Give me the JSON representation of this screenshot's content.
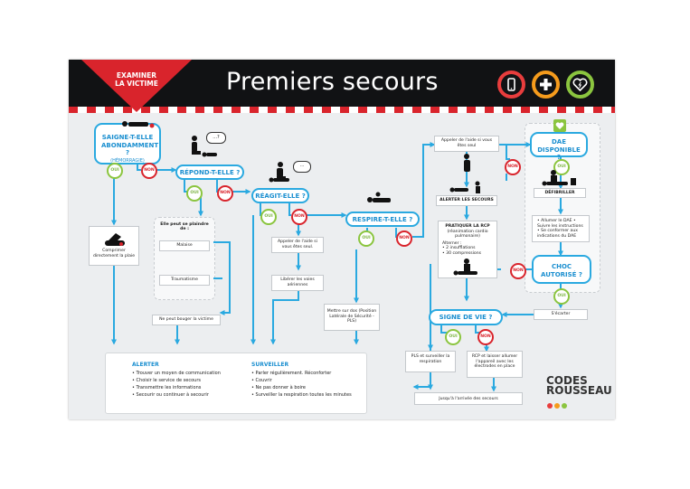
{
  "header": {
    "title": "Premiers secours",
    "badge_line1": "EXAMINER",
    "badge_line2": "LA VICTIME",
    "icons": [
      {
        "name": "phone-icon",
        "color": "#e83d3d"
      },
      {
        "name": "plus-icon",
        "color": "#f59b1c"
      },
      {
        "name": "heart-defib-icon",
        "color": "#8bc53f"
      }
    ]
  },
  "questions": {
    "q1": "SAIGNE-T-ELLE ABONDAMMENT ?",
    "q1_sub": "(HÉMORRAGIE)",
    "q2": "RÉPOND-T-ELLE ?",
    "q3": "RÉAGIT-ELLE ?",
    "q4": "RESPIRE-T-ELLE ?",
    "q5": "SIGNE DE VIE ?",
    "dae": "DAE DISPONIBLE ?",
    "choc": "CHOC AUTORISÉ ?"
  },
  "answers": {
    "oui": "OUI",
    "non": "NON"
  },
  "speech": "...?",
  "speech2": "...",
  "actions": {
    "compress": "Comprimer directement la plaie",
    "complain": "Elle peut se plaindre de :",
    "faint": "Malaise",
    "trauma": "Traumatisme",
    "cant_move": "Ne peut bouger la victime",
    "call_alone": "Appeler de l'aide si vous êtes seul.",
    "airways": "Libérer les voies aériennes",
    "pls": "Mettre sur dos (Position Latérale de Sécurité - PLS)",
    "call_help2": "Appeler de l'aide si vous êtes seul",
    "alert": "ALERTER LES SECOURS",
    "rcp_title": "PRATIQUER LA RCP",
    "rcp_sub": "(réanimation cardio pulmonaire)",
    "rcp_alt": "Alterner :",
    "rcp_b1": "• 2 insufflations",
    "rcp_b2": "• 30 compressions",
    "defib": "DÉFIBRILLER",
    "dae_steps": "• Allumer le DAE • Suivre les instructions • Se conformer aux indications du DAE",
    "step_back": "S'écarter",
    "pls_monitor": "PLS et surveiller la respiration",
    "rcp_continue": "RCP et laisser allumer l'appareil avec les électrodes en place",
    "until": "Jusqu'à l'arrivée des secours"
  },
  "alerter": {
    "title": "ALERTER",
    "items": [
      "• Trouver un moyen de communication",
      "• Choisir le service de secours",
      "• Transmettre les informations",
      "• Secourir ou continuer à secourir"
    ]
  },
  "surveiller": {
    "title": "SURVEILLER",
    "items": [
      "• Parler régulièrement. Réconforter",
      "• Couvrir",
      "• Ne pas donner à boire",
      "• Surveiller la respiration toutes les minutes"
    ]
  },
  "logo": {
    "line1": "CODES",
    "line2": "ROUSSEAU"
  }
}
